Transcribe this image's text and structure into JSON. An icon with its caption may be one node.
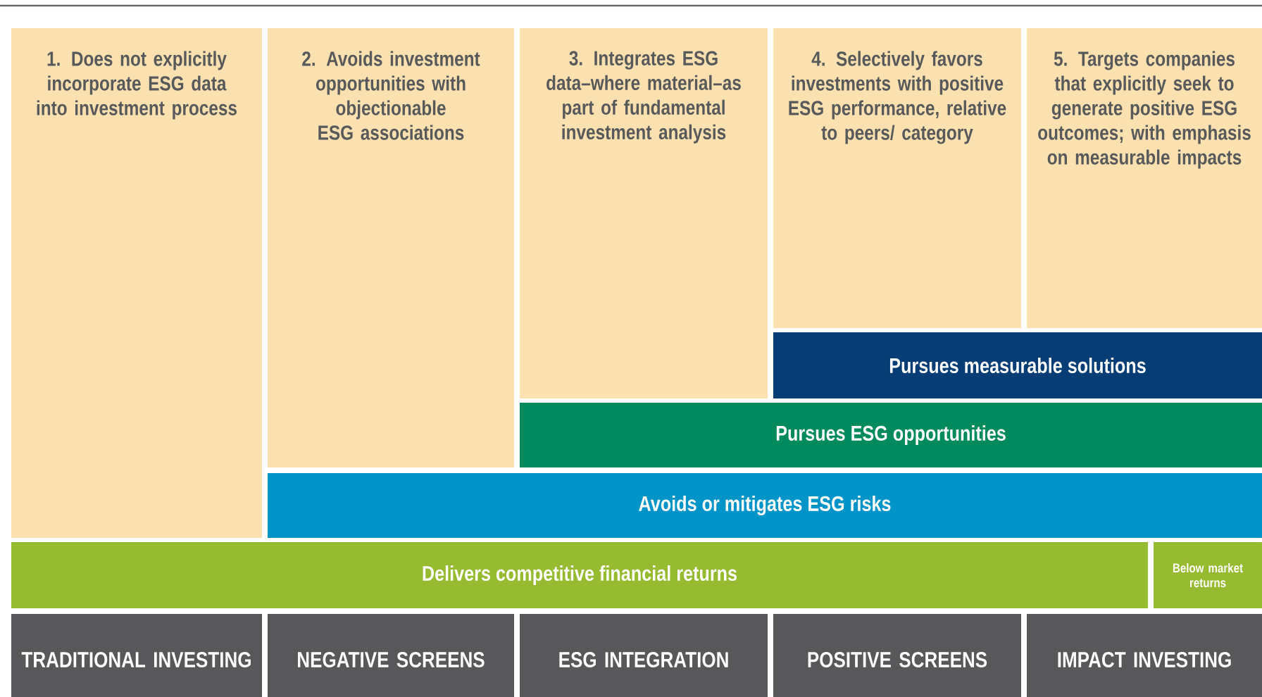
{
  "diagram": {
    "nodes": [
      {
        "text": [
          "1. Does not explicitly incorporate ESG data into investment process"
        ]
      },
      {
        "text": [
          "2. Avoids investment opportunities with objectionable ESG associations"
        ]
      },
      {
        "text": [
          "3. Integrates ESG data–where material–as part of fundamental investment analysis"
        ]
      },
      {
        "text": [
          "4. Selectively favors investments with positive ESG performance, relative to peers/ category"
        ]
      },
      {
        "text": [
          "5. Targets companies that explicitly seek to generate positive ESG outcomes; with emphasis on measurable impacts"
        ]
      },
      {
        "text": [
          "Pursues measurable solutions"
        ]
      },
      {
        "text": [
          "Pursues ESG opportunities"
        ]
      },
      {
        "text": [
          "Avoids or mitigates ESG risks"
        ]
      },
      {
        "text": [
          "Delivers competitive financial returns"
        ]
      },
      {
        "text": [
          "Below market returns"
        ]
      },
      {
        "text": [
          "TRADITIONAL INVESTING"
        ]
      },
      {
        "text": [
          "NEGATIVE SCREENS"
        ]
      },
      {
        "text": [
          "ESG INTEGRATION"
        ]
      },
      {
        "text": [
          "POSITIVE SCREENS"
        ]
      },
      {
        "text": [
          "IMPACT INVESTING"
        ]
      }
    ]
  }
}
